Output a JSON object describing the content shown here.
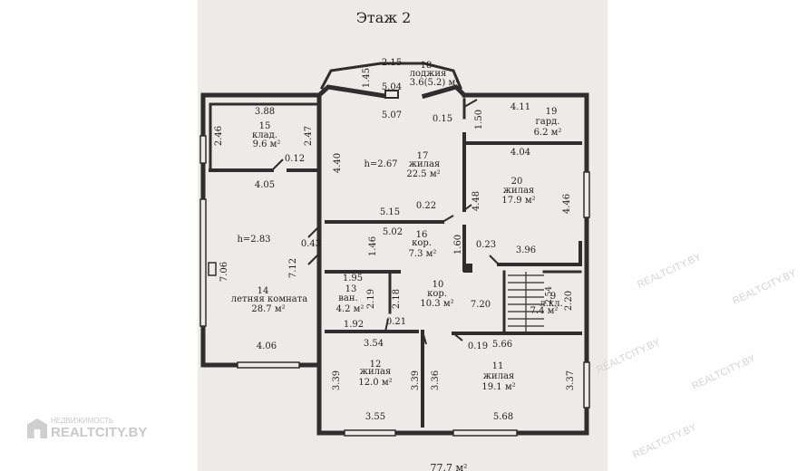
{
  "title": "Этаж 2",
  "total_area": "77.7 м²",
  "watermark": {
    "small": "НЕДВИЖИМОСТЬ",
    "brand": "REALTCITY.BY",
    "repeat": "REALTCITY.BY"
  },
  "rooms": {
    "r18": {
      "num": "18",
      "name": "лоджия",
      "area": "3.6(5.2) м²"
    },
    "r15": {
      "num": "15",
      "name": "клад.",
      "area": "9.6 м²"
    },
    "r19": {
      "num": "19",
      "name": "гард.",
      "area": "6.2 м²"
    },
    "r17": {
      "num": "17",
      "name": "жилая",
      "area": "22.5 м²",
      "height": "h=2.67"
    },
    "r20": {
      "num": "20",
      "name": "жилая",
      "area": "17.9 м²"
    },
    "r14": {
      "num": "14",
      "name": "летняя комната",
      "area": "28.7 м²",
      "height": "h=2.83"
    },
    "r16": {
      "num": "16",
      "name": "кор.",
      "area": "7.3 м²"
    },
    "r13": {
      "num": "13",
      "name": "ван.",
      "area": "4.2 м²"
    },
    "r10": {
      "num": "10",
      "name": "кор.",
      "area": "10.3 м²"
    },
    "r9": {
      "num": "9",
      "name": "л.кл.",
      "area": "7.4 м²"
    },
    "r12": {
      "num": "12",
      "name": "жилая",
      "area": "12.0 м²"
    },
    "r11": {
      "num": "11",
      "name": "жилая",
      "area": "19.1 м²"
    }
  },
  "dims": {
    "d215": "2.15",
    "d145": "1.45",
    "d504": "5.04",
    "d507": "5.07",
    "d388": "3.88",
    "d246": "2.46",
    "d247": "2.47",
    "d012": "0.12",
    "d405": "4.05",
    "d411": "4.11",
    "d150": "1.50",
    "d015": "0.15",
    "d404": "4.04",
    "d440": "4.40",
    "d515": "5.15",
    "d022": "0.22",
    "d502": "5.02",
    "d448": "4.48",
    "d446": "4.46",
    "d160": "1.60",
    "d023": "0.23",
    "d396": "3.96",
    "d043": "0.43",
    "d146": "1.46",
    "d706": "7.06",
    "d712": "7.12",
    "d195": "1.95",
    "d219": "2.19",
    "d218": "2.18",
    "d192": "1.92",
    "d021": "0.21",
    "d720": "7.20",
    "d220": "2.20",
    "d254": "2.54",
    "d354": "3.54",
    "d019": "0.19",
    "d566": "5.66",
    "d406": "4.06",
    "d339a": "3.39",
    "d339b": "3.39",
    "d336": "3.36",
    "d337": "3.37",
    "d355": "3.55",
    "d568": "5.68"
  },
  "colors": {
    "wall": "#2e2e2e",
    "sheet": "#ecebe7",
    "text": "#1f1f1f",
    "watermark": "#c9c9c9"
  }
}
